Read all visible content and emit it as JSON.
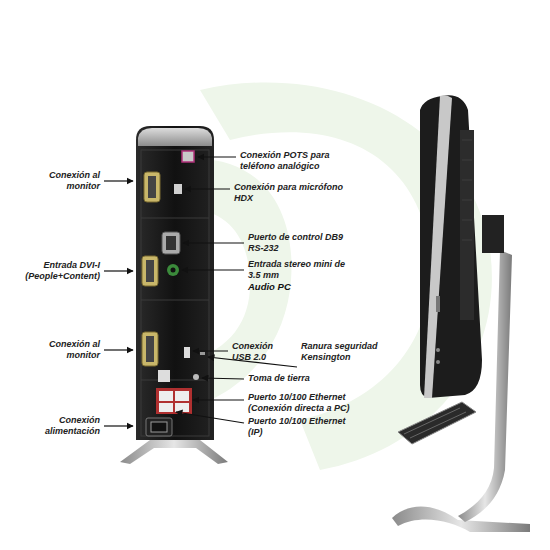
{
  "diagram": {
    "labels": [
      "Conexión al monitor",
      "Entrada DVI-I (People+Content)",
      "Conexión al monitor",
      "Conexión alimentación",
      "Conexión POTS para teléfono analógico",
      "Conexión para micrófono HDX",
      "Puerto de control DB9 RS-232",
      "Entrada stereo mini de 3.5 mm",
      "Audio PC",
      "Conexión USB 2.0",
      "Ranura seguridad Kensington",
      "Toma de tierra",
      "Puerto 10/100 Ethernet (Conexión directa a PC)",
      "Puerto 10/100 Ethernet (IP)"
    ]
  }
}
